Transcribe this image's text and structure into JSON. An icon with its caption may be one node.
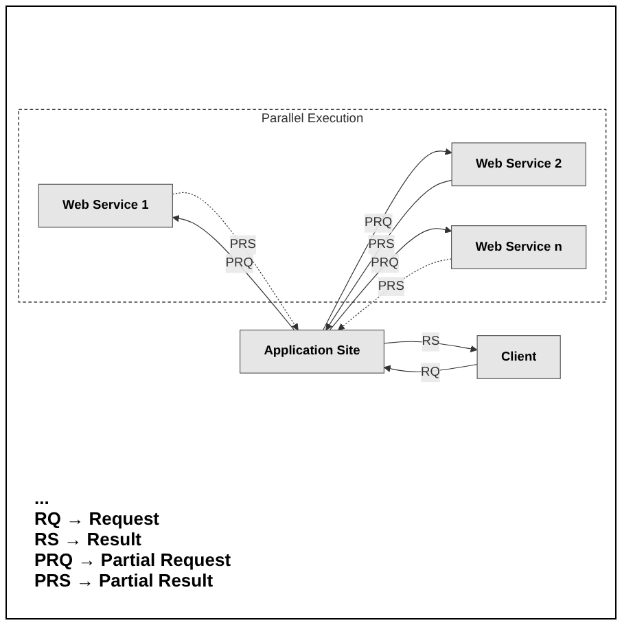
{
  "diagram": {
    "nodes": [
      {
        "text": [
          "Parallel Execution"
        ]
      },
      {
        "text": [
          "Web Service 1"
        ],
        "in": 0
      },
      {
        "text": [
          "Web Service 2"
        ],
        "in": 0
      },
      {
        "text": [
          "Web Service n"
        ],
        "in": 0
      },
      {
        "text": [
          "Application Site"
        ]
      },
      {
        "text": [
          "Client"
        ]
      }
    ],
    "edges": [
      {
        "from": 1,
        "to": 4,
        "arrow": "to",
        "label": "PRS",
        "style": "dashed"
      },
      {
        "from": 4,
        "to": 1,
        "arrow": "to",
        "label": "PRQ"
      },
      {
        "from": 2,
        "to": 4,
        "arrow": "to",
        "label": "PRS"
      },
      {
        "from": 4,
        "to": 2,
        "arrow": "to",
        "label": "PRQ"
      },
      {
        "from": 3,
        "to": 4,
        "arrow": "to",
        "label": "PRS",
        "style": "dashed"
      },
      {
        "from": 4,
        "to": 3,
        "arrow": "to",
        "label": "PRQ"
      },
      {
        "from": 5,
        "to": 4,
        "arrow": "to",
        "label": "RQ"
      },
      {
        "from": 4,
        "to": 5,
        "arrow": "to",
        "label": "RS"
      }
    ],
    "labels": [
      "...",
      "RQ → Request",
      "RS → Result",
      "PRQ → Partial Request",
      "PRS → Partial Result"
    ]
  }
}
